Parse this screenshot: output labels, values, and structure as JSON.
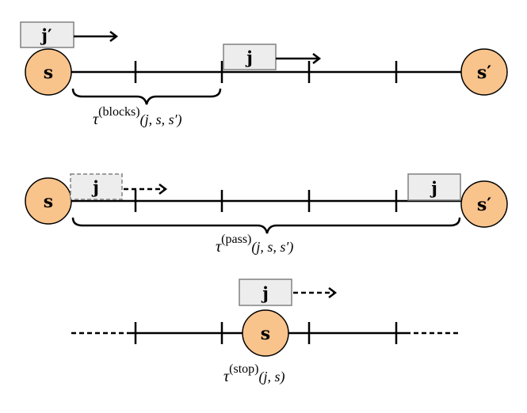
{
  "colors": {
    "station_fill": "#F9C38C",
    "station_stroke": "#000000",
    "job_fill": "#EDEDED",
    "job_stroke": "#808080",
    "line": "#000000"
  },
  "icons": {
    "solid_arrow": "right-arrow-icon",
    "dashed_arrow": "dashed-right-arrow-icon"
  },
  "station_labels": {
    "s": "s",
    "s_prime": "s′"
  },
  "jobs": {
    "j": "j",
    "j_prime": "j′"
  },
  "labels": {
    "tau": "τ",
    "blocks_sup": "(blocks)",
    "blocks_args": "(j, s, s′)",
    "pass_sup": "(pass)",
    "pass_args": "(j, s, s′)",
    "stop_sup": "(stop)",
    "stop_args": "(j, s)"
  }
}
